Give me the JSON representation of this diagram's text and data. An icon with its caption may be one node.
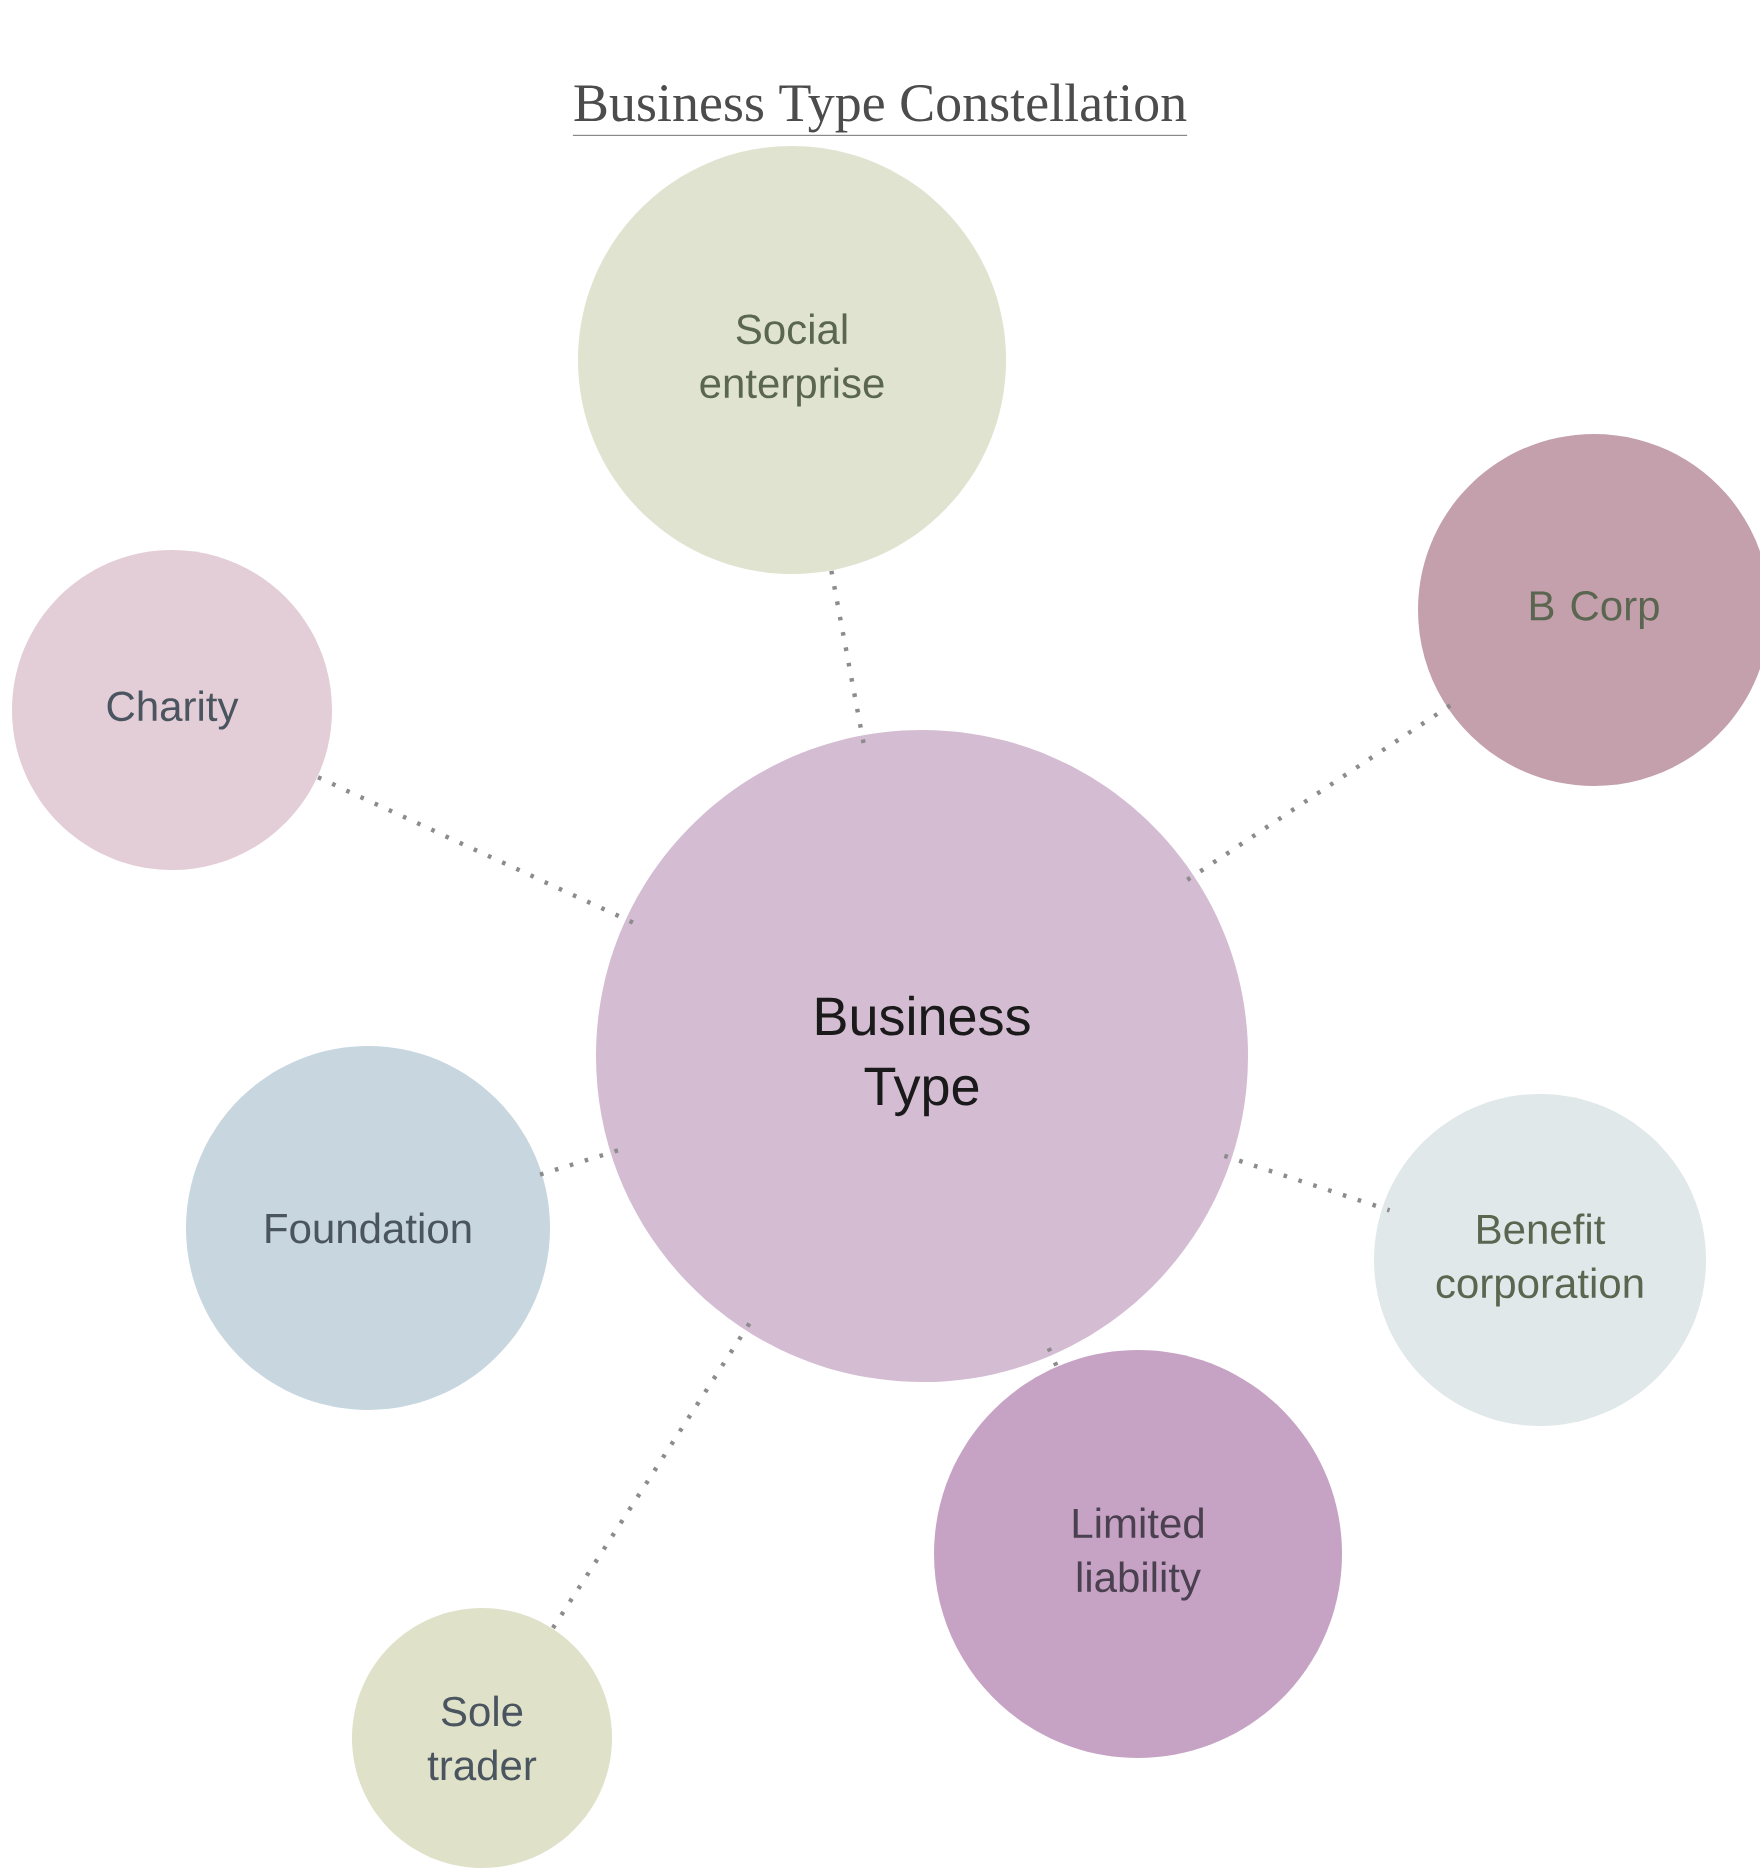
{
  "diagram": {
    "title": "Business Type Constellation",
    "nodes": [
      {
        "text": [
          "Social enterprise"
        ]
      },
      {
        "text": [
          "B Corp"
        ]
      },
      {
        "text": [
          "Charity"
        ]
      },
      {
        "text": [
          "Business Type"
        ]
      },
      {
        "text": [
          "Foundation"
        ]
      },
      {
        "text": [
          "Benefit corporation"
        ]
      },
      {
        "text": [
          "Limited liability"
        ]
      },
      {
        "text": [
          "Sole trader"
        ]
      }
    ],
    "edges": [
      {
        "from": 3,
        "to": 0,
        "arrow": "none"
      },
      {
        "from": 3,
        "to": 1,
        "arrow": "none"
      },
      {
        "from": 3,
        "to": 2,
        "arrow": "none"
      },
      {
        "from": 3,
        "to": 4,
        "arrow": "none"
      },
      {
        "from": 3,
        "to": 5,
        "arrow": "none"
      },
      {
        "from": 3,
        "to": 6,
        "arrow": "none"
      },
      {
        "from": 3,
        "to": 7,
        "arrow": "none"
      }
    ]
  }
}
